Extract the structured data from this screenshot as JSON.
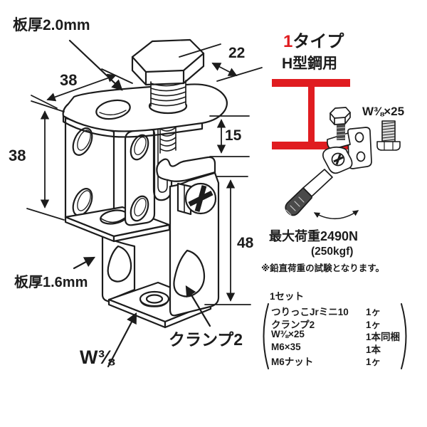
{
  "colors": {
    "accent_red": "#e01c20",
    "ink": "#1c1c1c"
  },
  "drawing": {
    "plate_thickness_top": "板厚2.0mm",
    "plate_thickness_bottom": "板厚1.6mm",
    "bolt_size_label": "W⅜",
    "clamp_name_label": "クランプ2",
    "dims": {
      "depth": "38",
      "height": "38",
      "width": "22",
      "gap": "15",
      "drop": "48"
    }
  },
  "info": {
    "type_number": "1",
    "type_suffix": "タイプ",
    "beam_usage": "H型鋼用",
    "included_bolt": "W⅜×25",
    "max_load_n": "最大荷重2490N",
    "max_load_kgf": "(250kgf)",
    "note": "※鉛直荷重の試験となります。",
    "set_title": "1セット",
    "set_items": [
      {
        "name": "つりっこJrミニ10",
        "qty": "1ヶ"
      },
      {
        "name": "クランプ2",
        "qty": "1ヶ"
      },
      {
        "name": "W⅜×25",
        "qty": "1本同梱"
      },
      {
        "name": "M6×35",
        "qty": "1本"
      },
      {
        "name": "M6ナット",
        "qty": "1ヶ"
      }
    ]
  }
}
